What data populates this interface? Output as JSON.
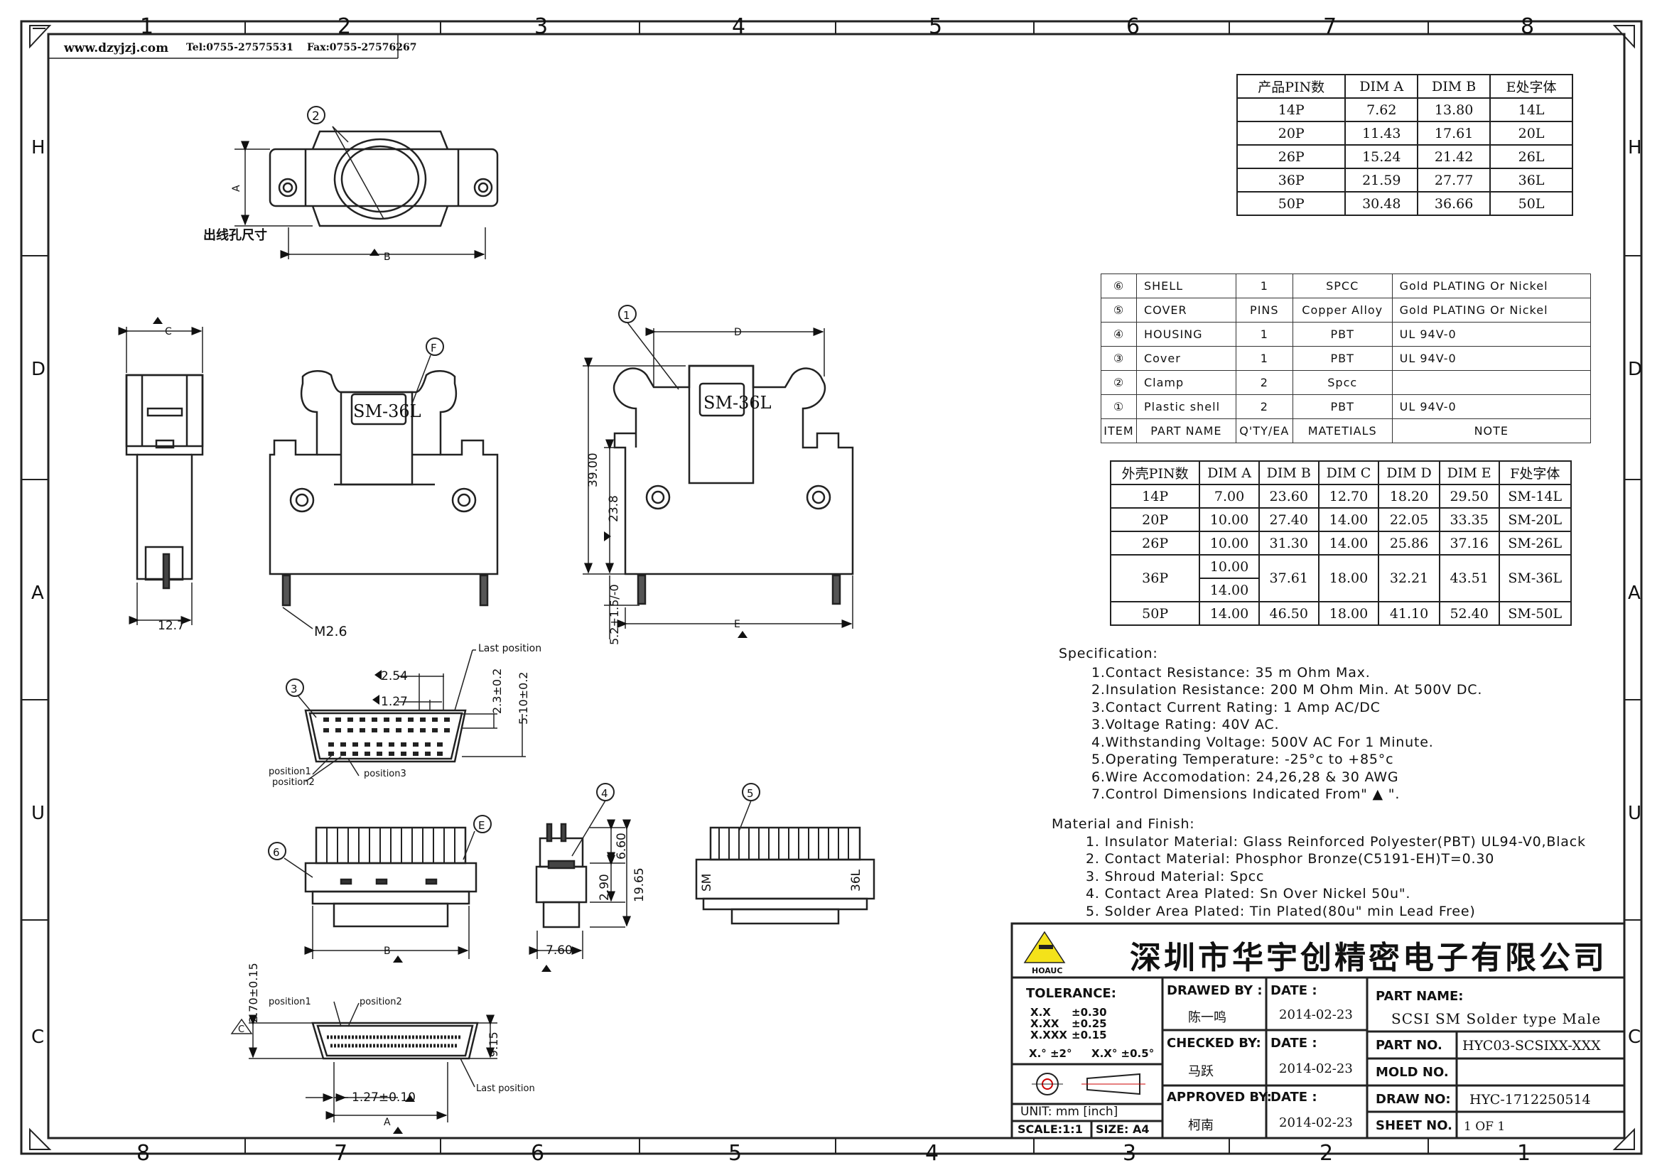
{
  "header": {
    "website": "www.dzyjzj.com",
    "tel": "Tel:0755-27575531",
    "fax": "Fax:0755-27576267"
  },
  "grid": {
    "columns_top": [
      "1",
      "2",
      "3",
      "4",
      "5",
      "6",
      "7",
      "8"
    ],
    "columns_bottom": [
      "8",
      "7",
      "6",
      "5",
      "4",
      "3",
      "2",
      "1"
    ],
    "rows_left": [
      "H",
      "D",
      "A",
      "U",
      "C"
    ],
    "rows_right": [
      "H",
      "D",
      "A",
      "U",
      "C"
    ]
  },
  "dim_table_1": {
    "headers": [
      "产品PIN数",
      "DIM A",
      "DIM B",
      "E处字体"
    ],
    "rows": [
      [
        "14P",
        "7.62",
        "13.80",
        "14L"
      ],
      [
        "20P",
        "11.43",
        "17.61",
        "20L"
      ],
      [
        "26P",
        "15.24",
        "21.42",
        "26L"
      ],
      [
        "36P",
        "21.59",
        "27.77",
        "36L"
      ],
      [
        "50P",
        "30.48",
        "36.66",
        "50L"
      ]
    ]
  },
  "bom": {
    "rows": [
      {
        "item": "⑥",
        "name": "SHELL",
        "qty": "1",
        "material": "SPCC",
        "note": "Gold PLATING Or Nickel"
      },
      {
        "item": "⑤",
        "name": "COVER",
        "qty": "PINS",
        "material": "Copper Alloy",
        "note": "Gold PLATING Or Nickel"
      },
      {
        "item": "④",
        "name": "HOUSING",
        "qty": "1",
        "material": "PBT",
        "note": "UL 94V-0"
      },
      {
        "item": "③",
        "name": "Cover",
        "qty": "1",
        "material": "PBT",
        "note": "UL 94V-0"
      },
      {
        "item": "②",
        "name": "Clamp",
        "qty": "2",
        "material": "Spcc",
        "note": ""
      },
      {
        "item": "①",
        "name": "Plastic shell",
        "qty": "2",
        "material": "PBT",
        "note": "UL 94V-0"
      }
    ],
    "header": {
      "item": "ITEM",
      "name": "PART NAME",
      "qty": "Q'TY/EA",
      "material": "MATETIALS",
      "note": "NOTE"
    }
  },
  "dim_table_2": {
    "headers": [
      "外壳PIN数",
      "DIM A",
      "DIM B",
      "DIM C",
      "DIM D",
      "DIM E",
      "F处字体"
    ],
    "rows": [
      [
        "14P",
        "7.00",
        "23.60",
        "12.70",
        "18.20",
        "29.50",
        "SM-14L"
      ],
      [
        "20P",
        "10.00",
        "27.40",
        "14.00",
        "22.05",
        "33.35",
        "SM-20L"
      ],
      [
        "26P",
        "10.00",
        "31.30",
        "14.00",
        "25.86",
        "37.16",
        "SM-26L"
      ],
      [
        "50P",
        "14.00",
        "46.50",
        "18.00",
        "41.10",
        "52.40",
        "SM-50L"
      ]
    ],
    "row_36p": {
      "pin": "36P",
      "dim_a_1": "10.00",
      "dim_a_2": "14.00",
      "dim_b": "37.61",
      "dim_c": "18.00",
      "dim_d": "32.21",
      "dim_e": "43.51",
      "font": "SM-36L"
    }
  },
  "specification": {
    "title": "Specification:",
    "items": [
      "1.Contact Resistance: 35 m Ohm Max.",
      "2.Insulation Resistance: 200 M Ohm Min. At 500V DC.",
      "3.Contact Current Rating: 1 Amp AC/DC",
      "3.Voltage Rating: 40V AC.",
      "4.Withstanding Voltage: 500V AC For 1 Minute.",
      "5.Operating Temperature: -25°c to +85°c",
      "6.Wire Accomodation: 24,26,28 & 30 AWG",
      "7.Control Dimensions Indicated From\" ▲ \"."
    ]
  },
  "material": {
    "title": "Material and Finish:",
    "items": [
      "1. Insulator Material: Glass Reinforced Polyester(PBT) UL94-V0,Black",
      "2. Contact Material: Phosphor Bronze(C5191-EH)T=0.30",
      "3. Shroud Material: Spcc",
      "4. Contact Area Plated: Sn Over Nickel 50u\".",
      "5. Solder Area Plated: Tin Plated(80u\" min Lead Free)"
    ]
  },
  "title_block": {
    "company": "深圳市华宇创精密电子有限公司",
    "logo_text": "HOAUC",
    "tolerance_label": "TOLERANCE:",
    "tol_x": "X.X",
    "tol_x_val": "±0.30",
    "tol_xx": "X.XX",
    "tol_xx_val": "±0.25",
    "tol_xxx": "X.XXX",
    "tol_xxx_val": "±0.15",
    "tol_ang1": "X.° ±2°",
    "tol_ang2": "X.X° ±0.5°",
    "unit": "UNIT:  mm  [inch]",
    "scale": "SCALE:1:1",
    "size": "SIZE: A4",
    "drawn_by_label": "DRAWED BY :",
    "drawn_by": "陈一鸣",
    "checked_by_label": "CHECKED BY:",
    "checked_by": "马跃",
    "approved_by_label": "APPROVED BY:",
    "approved_by": "柯南",
    "date_label": "DATE :",
    "date1": "2014-02-23",
    "date2": "2014-02-23",
    "date3": "2014-02-23",
    "part_name_label": "PART NAME:",
    "part_name": "SCSI SM Solder type Male",
    "part_no_label": "PART NO.",
    "part_no": "HYC03-SCSIXX-XXX",
    "mold_no_label": "MOLD NO.",
    "mold_no": "",
    "draw_no_label": "DRAW NO:",
    "draw_no": "HYC-1712250514",
    "sheet_no_label": "SHEET NO.",
    "sheet_no": "1 OF 1"
  },
  "drawing_labels": {
    "wire_hole": "出线孔尺寸",
    "label_a": "A",
    "label_b": "B",
    "label_c": "C",
    "label_d": "D",
    "label_e": "E",
    "sm36l": "SM-36L",
    "dim_39": "39.00",
    "dim_23_8": "23.8",
    "dim_12_7": "12.7",
    "dim_5_2": "5.2+1.5/-0",
    "m2_6": "M2.6",
    "last_position": "Last position",
    "dim_2_54": "2.54",
    "dim_1_27": "1.27",
    "dim_2_3": "2.3±0.2",
    "dim_5_10": "5.10±0.2",
    "position1": "position1",
    "position2": "position2",
    "position3": "position3",
    "dim_6_60": "6.60",
    "dim_2_90": "2.90",
    "dim_19_65": "19.65",
    "dim_7_60": "7.60",
    "dim_2_70": "2.70±0.15",
    "dim_9_15": "9.15",
    "dim_1_27b": "1.27±0.10",
    "sm": "SM",
    "l36": "36L",
    "balloons": [
      "①",
      "②",
      "③",
      "④",
      "⑤",
      "⑥",
      "Ⓕ",
      "Ⓔ",
      "Ⓒ"
    ]
  }
}
